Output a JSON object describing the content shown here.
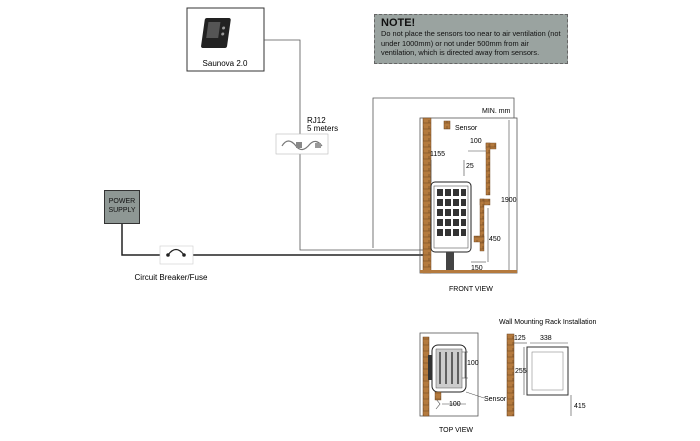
{
  "controller": {
    "label": "Saunova 2.0"
  },
  "note": {
    "title": "NOTE!",
    "body": "Do not place the sensors too near to air ventilation (not under 1000mm) or not under 500mm from air ventilation, which is directed away from sensors."
  },
  "cable": {
    "line1": "RJ12",
    "line2": "5 meters"
  },
  "power_supply": {
    "line1": "POWER",
    "line2": "SUPPLY"
  },
  "breaker": {
    "label": "Circuit Breaker/Fuse"
  },
  "front_view": {
    "title": "FRONT VIEW",
    "min_label": "MIN. mm",
    "sensor_label": "Sensor",
    "dims": {
      "d100": "100",
      "d1155": "1155",
      "d25": "25",
      "d1900": "1900",
      "d450": "450",
      "d150": "150"
    }
  },
  "top_view": {
    "title": "TOP VIEW",
    "sensor_label": "Sensor",
    "dims": {
      "d100a": "100",
      "d100b": "100"
    }
  },
  "wall_rack": {
    "title": "Wall Mounting Rack Installation",
    "dims": {
      "d125": "125",
      "d338": "338",
      "d255": "255",
      "d415": "415"
    }
  },
  "colors": {
    "note_bg": "#9aa3a0",
    "power_bg": "#8e9794",
    "wall_brown": "#a6703c",
    "line": "#333333"
  }
}
